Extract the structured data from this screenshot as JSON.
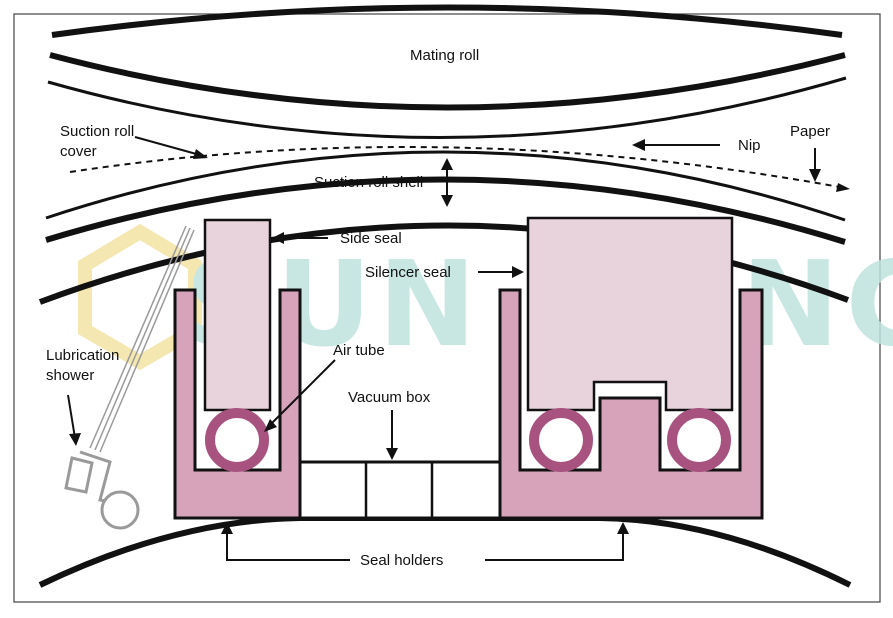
{
  "labels": {
    "mating_roll": "Mating roll",
    "suction_roll_cover_line1": "Suction roll",
    "suction_roll_cover_line2": "cover",
    "nip": "Nip",
    "paper": "Paper",
    "suction_roll_shell": "Suction roll shell",
    "side_seal": "Side seal",
    "silencer_seal": "Silencer seal",
    "air_tube": "Air tube",
    "lubrication_shower_line1": "Lubrication",
    "lubrication_shower_line2": "shower",
    "vacuum_box": "Vacuum box",
    "seal_holders": "Seal holders"
  },
  "watermark": {
    "text": "SUN HONG"
  },
  "colors": {
    "seal_holder": "#d7a3bb",
    "seal": "#e8d3dd",
    "air_tube": "#a8537f",
    "outline": "#111111",
    "shower": "#9a9a9a",
    "watermark_yellow": "#f3e3a3",
    "watermark_teal": "#bfe3de"
  }
}
